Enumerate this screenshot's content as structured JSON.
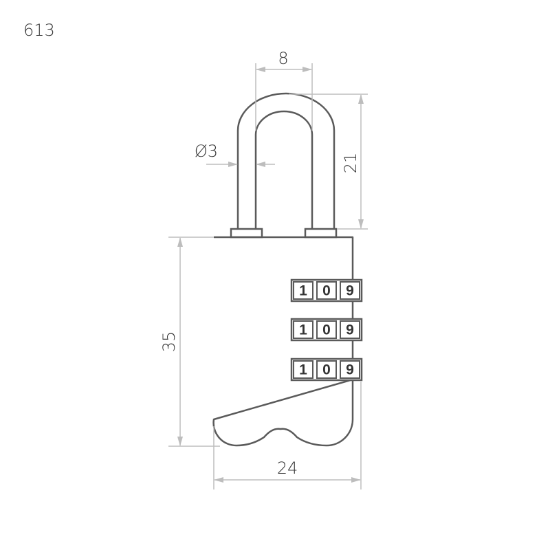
{
  "model_number": "613",
  "dimensions": {
    "shackle_width": "8",
    "shackle_diameter": "Ø3",
    "shackle_height": "21",
    "body_height": "35",
    "body_width": "24"
  },
  "combination_wheels": [
    [
      "1",
      "0",
      "9"
    ],
    [
      "1",
      "0",
      "9"
    ],
    [
      "1",
      "0",
      "9"
    ]
  ],
  "colors": {
    "outline": "#5a5a5a",
    "dimension_line": "#bdbdbd",
    "text": "#3a3a3a"
  }
}
